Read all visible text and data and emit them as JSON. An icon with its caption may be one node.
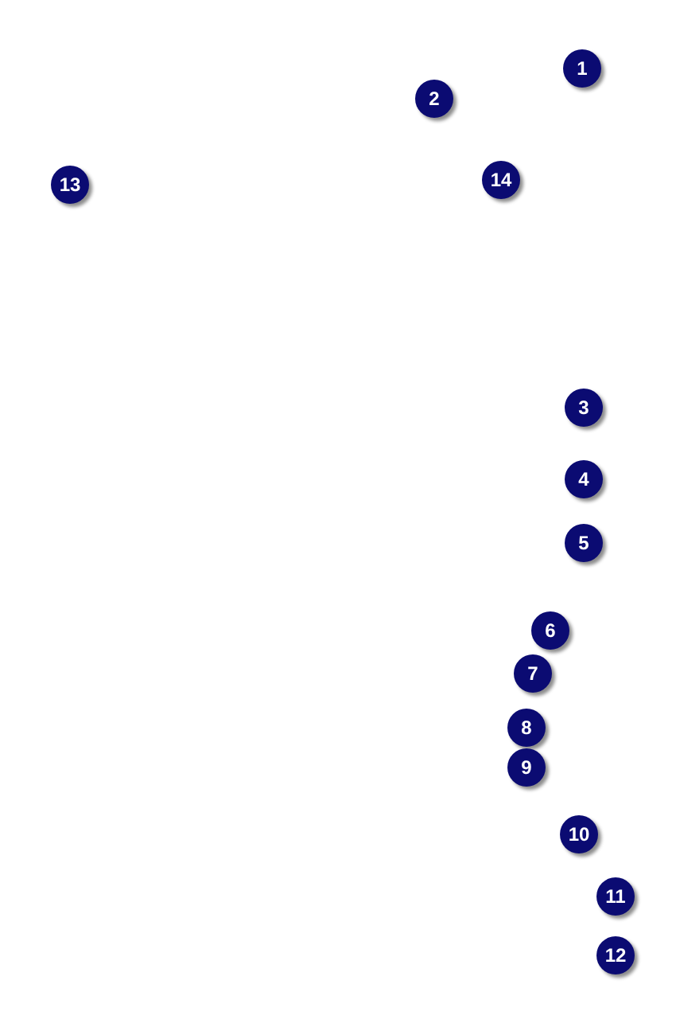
{
  "diagram": {
    "labels": [
      "1",
      "2",
      "13",
      "14",
      "3",
      "4",
      "5",
      "6",
      "7",
      "8",
      "9",
      "10",
      "11",
      "12"
    ]
  }
}
